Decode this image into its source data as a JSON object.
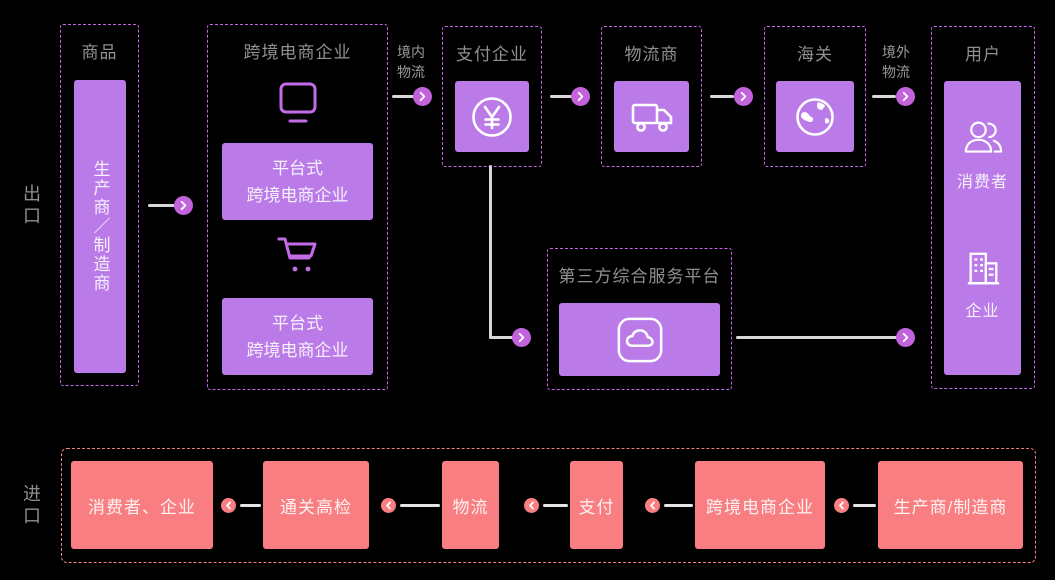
{
  "colors": {
    "background": "#000000",
    "purple_fill": "#ba7ae8",
    "purple_arrow": "#c263dc",
    "purple_dashed_border": "#c767e8",
    "purple_icon_stroke": "#c46be8",
    "red_fill": "#f87e81",
    "title_gray": "#909090",
    "connector_gray": "#d8d8d8",
    "light_text": "#f6f1fa"
  },
  "export_flow": {
    "side_label": "出口",
    "goods": {
      "title": "商品",
      "producer": "生产商／制造商"
    },
    "ecommerce": {
      "title": "跨境电商企业",
      "platform_top": {
        "line1": "平台式",
        "line2": "跨境电商企业"
      },
      "platform_bottom": {
        "line1": "平台式",
        "line2": "跨境电商企业"
      }
    },
    "domestic_logistics": {
      "line1": "境内",
      "line2": "物流"
    },
    "payment": {
      "title": "支付企业"
    },
    "logistics": {
      "title": "物流商"
    },
    "customs": {
      "title": "海关"
    },
    "overseas_logistics": {
      "line1": "境外",
      "line2": "物流"
    },
    "users": {
      "title": "用户",
      "consumer": "消费者",
      "enterprise": "企业"
    },
    "third_party": {
      "title": "第三方综合服务平台"
    }
  },
  "import_flow": {
    "side_label": "进口",
    "steps": [
      "消费者、企业",
      "通关高检",
      "物流",
      "支付",
      "跨境电商企业",
      "生产商/制造商"
    ]
  },
  "icons": {
    "monitor": "monitor-icon",
    "cart": "shopping-cart-icon",
    "yen": "yen-currency-icon",
    "truck": "truck-icon",
    "globe": "globe-icon",
    "users": "users-icon",
    "building": "building-icon",
    "cloud": "cloud-icon",
    "chevron_right": "chevron-right-icon",
    "chevron_left": "chevron-left-icon"
  }
}
